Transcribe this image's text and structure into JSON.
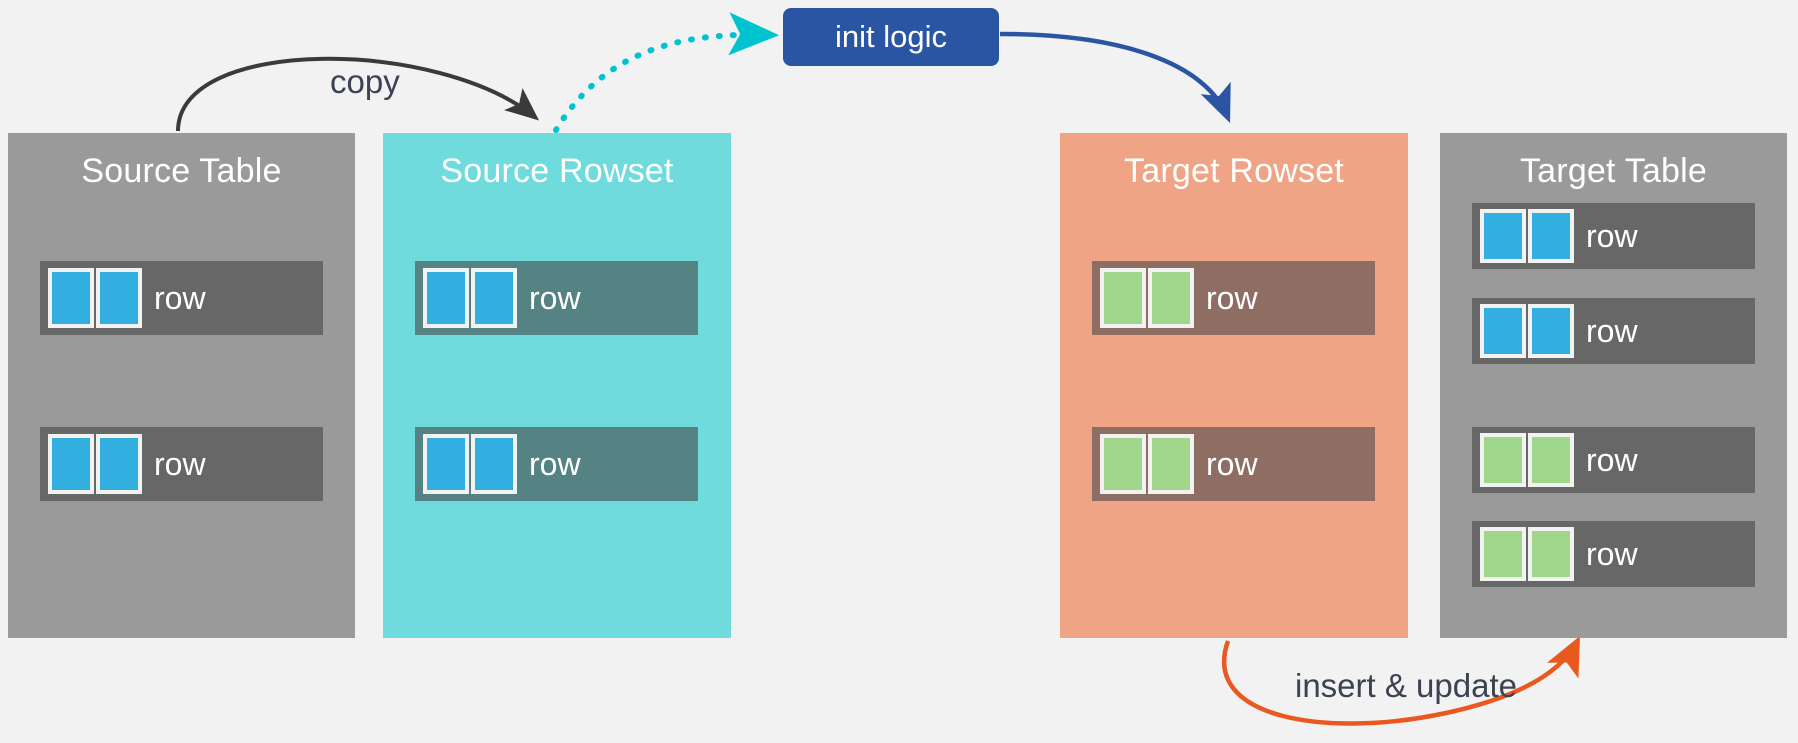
{
  "diagram": {
    "title_text": "",
    "background_color": "#f2f2f2"
  },
  "nodes": {
    "init_logic": {
      "label": "init logic",
      "fill": "#2a55a2",
      "text_color": "#ffffff"
    },
    "source_table": {
      "title": "Source Table",
      "fill": "#9a9a9a",
      "row_fill": "#676767",
      "cell_color": "#33aee0",
      "rows": [
        {
          "label": "row",
          "cells": 2,
          "cell_color": "#33aee0"
        },
        {
          "label": "row",
          "cells": 2,
          "cell_color": "#33aee0"
        }
      ]
    },
    "source_rowset": {
      "title": "Source Rowset",
      "fill": "#6fdbdd",
      "row_fill": "#558384",
      "cell_color": "#33aee0",
      "rows": [
        {
          "label": "row",
          "cells": 2,
          "cell_color": "#33aee0"
        },
        {
          "label": "row",
          "cells": 2,
          "cell_color": "#33aee0"
        }
      ]
    },
    "target_rowset": {
      "title": "Target Rowset",
      "fill": "#efa486",
      "row_fill": "#8e6e62",
      "cell_color": "#a0d68c",
      "rows": [
        {
          "label": "row",
          "cells": 2,
          "cell_color": "#a0d68c"
        },
        {
          "label": "row",
          "cells": 2,
          "cell_color": "#a0d68c"
        }
      ]
    },
    "target_table": {
      "title": "Target Table",
      "fill": "#9a9a9a",
      "row_fill": "#676767",
      "rows": [
        {
          "label": "row",
          "cells": 2,
          "cell_color": "#33aee0"
        },
        {
          "label": "row",
          "cells": 2,
          "cell_color": "#33aee0"
        },
        {
          "label": "row",
          "cells": 2,
          "cell_color": "#a0d68c"
        },
        {
          "label": "row",
          "cells": 2,
          "cell_color": "#a0d68c"
        }
      ]
    }
  },
  "edges": {
    "copy": {
      "label": "copy",
      "color": "#3a3a3a",
      "style": "solid",
      "from": "Source Table",
      "to": "Source Rowset"
    },
    "source_rowset_to_init": {
      "label": "",
      "color": "#00c3d0",
      "style": "dotted",
      "from": "Source Rowset",
      "to": "init logic"
    },
    "init_to_target_rowset": {
      "label": "",
      "color": "#2a55a2",
      "style": "solid",
      "from": "init logic",
      "to": "Target Rowset"
    },
    "insert_update": {
      "label": "insert & update",
      "color": "#e8581f",
      "style": "solid",
      "from": "Target Rowset",
      "to": "Target Table"
    }
  }
}
